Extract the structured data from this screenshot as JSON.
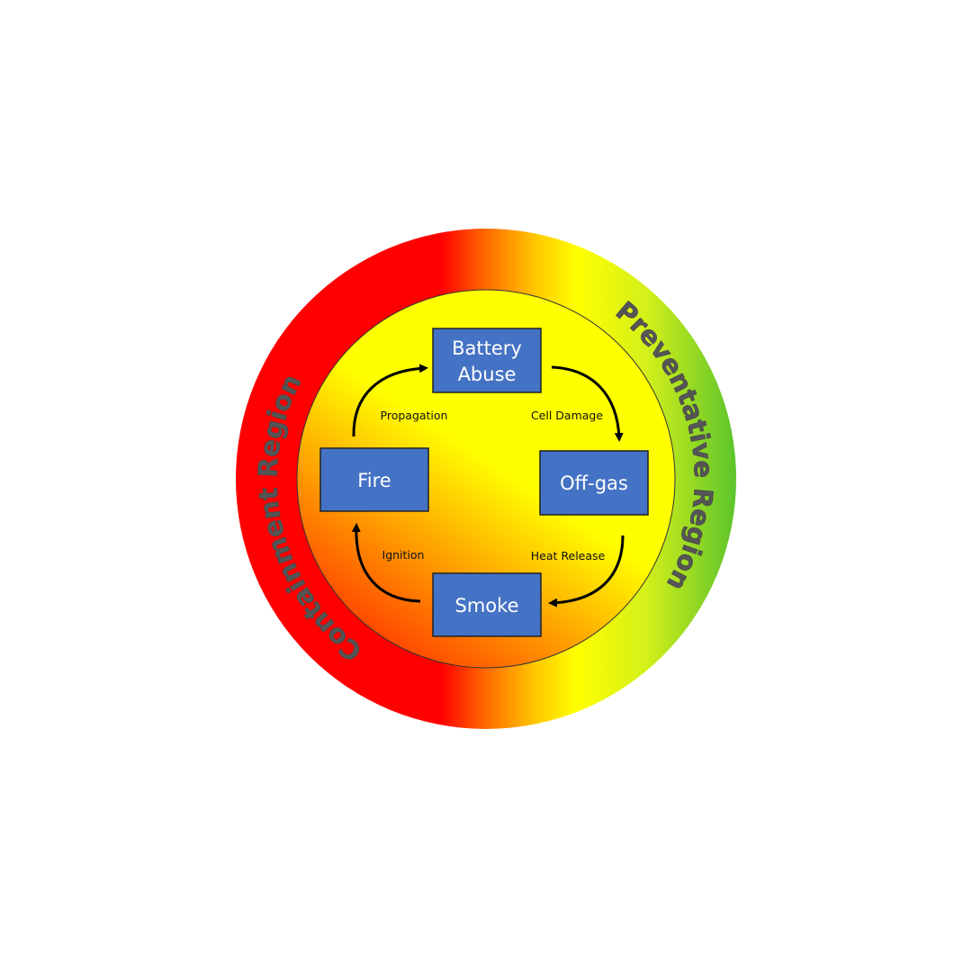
{
  "regions": {
    "containment": "Containment Region",
    "preventative": "Preventative Region"
  },
  "nodes": {
    "battery_abuse": [
      "Battery",
      "Abuse"
    ],
    "off_gas": "Off-gas",
    "smoke": "Smoke",
    "fire": "Fire"
  },
  "edges": {
    "cell_damage": "Cell Damage",
    "heat_release": "Heat Release",
    "ignition": "Ignition",
    "propagation": "Propagation"
  },
  "colors": {
    "box": "#4472c4",
    "red": "#ff0000",
    "yellow": "#ffff00",
    "green": "#5cc42c"
  }
}
